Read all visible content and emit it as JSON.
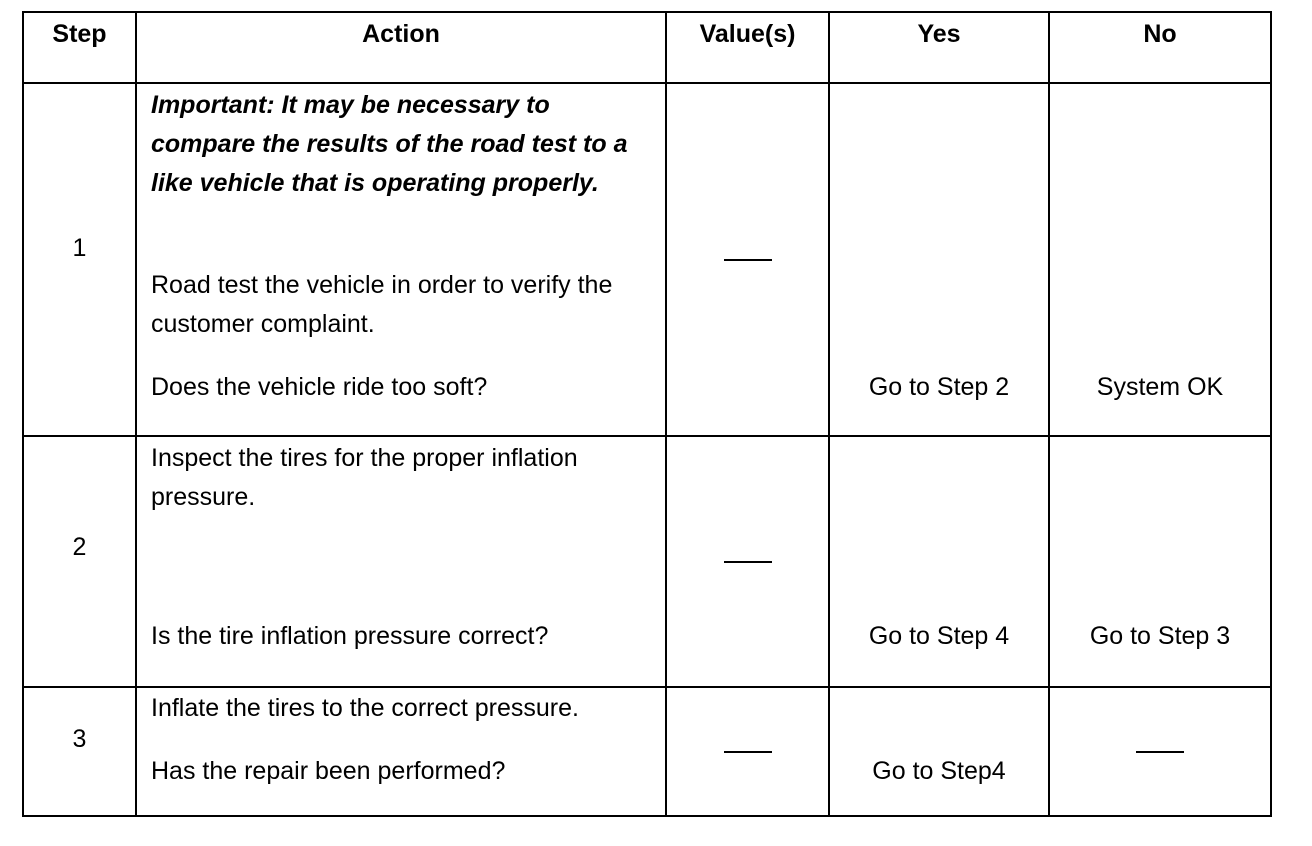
{
  "headers": {
    "step": "Step",
    "action": "Action",
    "values": "Value(s)",
    "yes": "Yes",
    "no": "No"
  },
  "rows": [
    {
      "step": "1",
      "important": "Important:  It may be necessary to compare the results of the road test to a like vehicle that is operating properly.",
      "instruction": "Road test the vehicle in order to verify the customer complaint.",
      "question": "Does the vehicle ride too soft?",
      "value": "—",
      "yes": "Go to Step 2",
      "no": "System OK"
    },
    {
      "step": "2",
      "instruction": "Inspect the tires for the proper inflation pressure.",
      "question": "Is the tire inflation pressure correct?",
      "value": "—",
      "yes": "Go to Step 4",
      "no": "Go to Step 3"
    },
    {
      "step": "3",
      "instruction": "Inflate the tires to the correct pressure.",
      "question": "Has the repair been performed?",
      "value": "—",
      "yes": "Go to Step4",
      "no": "—"
    }
  ]
}
